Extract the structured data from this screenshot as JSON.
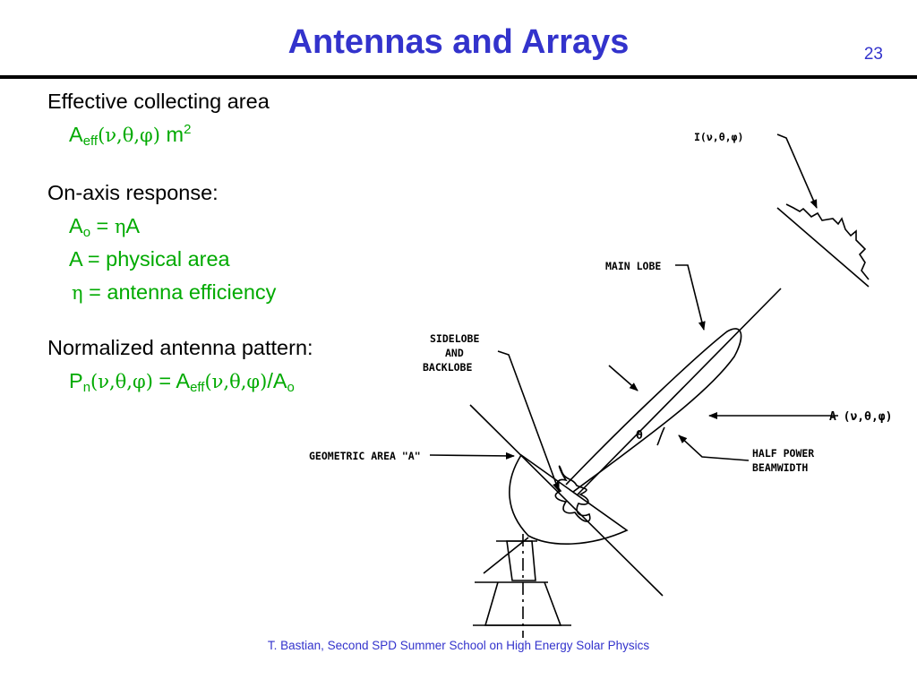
{
  "slide": {
    "title": "Antennas and Arrays",
    "page_number": "23",
    "footer": "T. Bastian, Second SPD Summer School on High Energy Solar Physics"
  },
  "body": {
    "effective_heading": "Effective collecting area",
    "aeff": {
      "base": "A",
      "sub": "eff",
      "args": "(ν,θ,φ)",
      "unit": " m",
      "unit_exp": "2"
    },
    "onaxis_heading": "On-axis response:",
    "ao_eq": {
      "base": "A",
      "sub": "o",
      "eq": " = ",
      "eta": "η",
      "rest": "A"
    },
    "a_def": "A = physical area",
    "eta_def": {
      "eta": "η",
      "rest": " = antenna efficiency"
    },
    "pattern_heading": "Normalized antenna pattern:",
    "pn_eq": {
      "p": "P",
      "p_sub": "n",
      "args1": "(ν,θ,φ)",
      "eq": " = A",
      "a_sub": "eff",
      "args2": "(ν,θ,φ)",
      "div": "/A",
      "ao_sub": "o"
    }
  },
  "diagram": {
    "label_intensity": "I(ν,θ,φ)",
    "label_main_lobe": "MAIN LOBE",
    "label_sidelobe_1": "SIDELOBE",
    "label_sidelobe_2": "AND",
    "label_sidelobe_3": "BACKLOBE",
    "label_area": "GEOMETRIC AREA \"A\"",
    "label_aeff": "A (ν,θ,φ)",
    "label_hpbw_1": "HALF POWER",
    "label_hpbw_2": "BEAMWIDTH",
    "label_theta": "θ"
  }
}
